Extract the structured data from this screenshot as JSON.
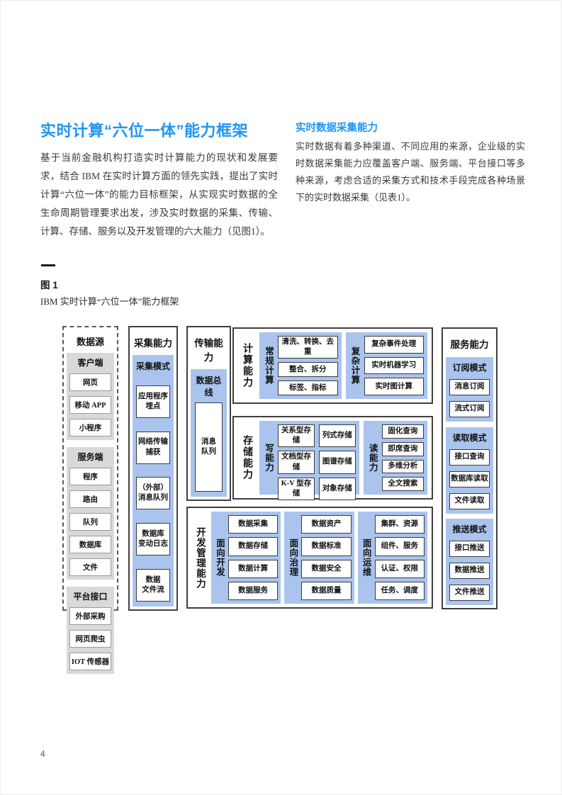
{
  "page": {
    "title": "实时计算“六位一体”能力框架",
    "intro": "基于当前金融机构打造实时计算能力的现状和发展要求，结合 IBM 在实时计算方面的领先实践，提出了实时计算“六位一体”的能力目标框架，从实现实时数据的全生命周期管理要求出发，涉及实时数据的采集、传输、计算、存储、服务以及开发管理的六大能力（见图1）。",
    "page_number": "4"
  },
  "section": {
    "heading": "实时数据采集能力",
    "body": "实时数据有着多种渠道、不同应用的来源，企业级的实时数据采集能力应覆盖客户端、服务端、平台接口等多种来源，考虑合适的采集方式和技术手段完成各种场景下的实时数据采集（见表1）。"
  },
  "figure": {
    "label": "图 1",
    "caption": "IBM 实时计算“六位一体”能力框架"
  },
  "diagram": {
    "colors": {
      "panel_blue": "#aac4ee",
      "group_gray": "#d9d9d9",
      "accent_blue": "#1e96f3"
    },
    "datasource": {
      "title": "数据源",
      "groups": [
        {
          "title": "客户端",
          "items": [
            "网页",
            "移动 APP",
            "小程序"
          ]
        },
        {
          "title": "服务端",
          "items": [
            "程序",
            "路由",
            "队列",
            "数据库",
            "文件"
          ]
        },
        {
          "title": "平台接口",
          "items": [
            "外部采购",
            "网页爬虫",
            "IOT 传感器"
          ]
        }
      ]
    },
    "collection": {
      "title": "采集能力",
      "panel_title": "采集模式",
      "items": [
        "应用程序\n埋点",
        "网络传输\n捕获",
        "（外部）\n消息队列",
        "数据库\n变动日志",
        "数据\n文件流"
      ]
    },
    "transmission": {
      "title": "传输能力",
      "panel_title": "数据总线",
      "items": [
        "消息\n队列"
      ]
    },
    "compute": {
      "title": "计算能力",
      "panels": [
        {
          "label": "常规计算",
          "items": [
            "清洗、转换、去重",
            "整合、拆分",
            "标签、指标"
          ]
        },
        {
          "label": "复杂计算",
          "items": [
            "复杂事件处理",
            "实时机器学习",
            "实时图计算"
          ]
        }
      ]
    },
    "storage": {
      "title": "存储能力",
      "panels": [
        {
          "label": "写能力",
          "items": [
            "关系型存储",
            "列式存储",
            "文档型存储",
            "图谱存储",
            "K-V 型存储",
            "对象存储"
          ]
        },
        {
          "label": "读能力",
          "items": [
            "固化查询",
            "即席查询",
            "多维分析",
            "全文搜索"
          ]
        }
      ]
    },
    "devmgmt": {
      "title": "开发管理能力",
      "panels": [
        {
          "label": "面向开发",
          "items": [
            "数据采集",
            "数据存储",
            "数据计算",
            "数据服务"
          ]
        },
        {
          "label": "面向治理",
          "items": [
            "数据资产",
            "数据标准",
            "数据安全",
            "数据质量"
          ]
        },
        {
          "label": "面向运维",
          "items": [
            "集群、资源",
            "组件、服务",
            "认证、权限",
            "任务、调度"
          ]
        }
      ]
    },
    "service": {
      "title": "服务能力",
      "panels": [
        {
          "title": "订阅模式",
          "items": [
            "消息订阅",
            "流式订阅"
          ]
        },
        {
          "title": "读取模式",
          "items": [
            "接口查询",
            "数据库读取",
            "文件读取"
          ]
        },
        {
          "title": "推送模式",
          "items": [
            "接口推送",
            "数据推送",
            "文件推送"
          ]
        }
      ]
    }
  }
}
